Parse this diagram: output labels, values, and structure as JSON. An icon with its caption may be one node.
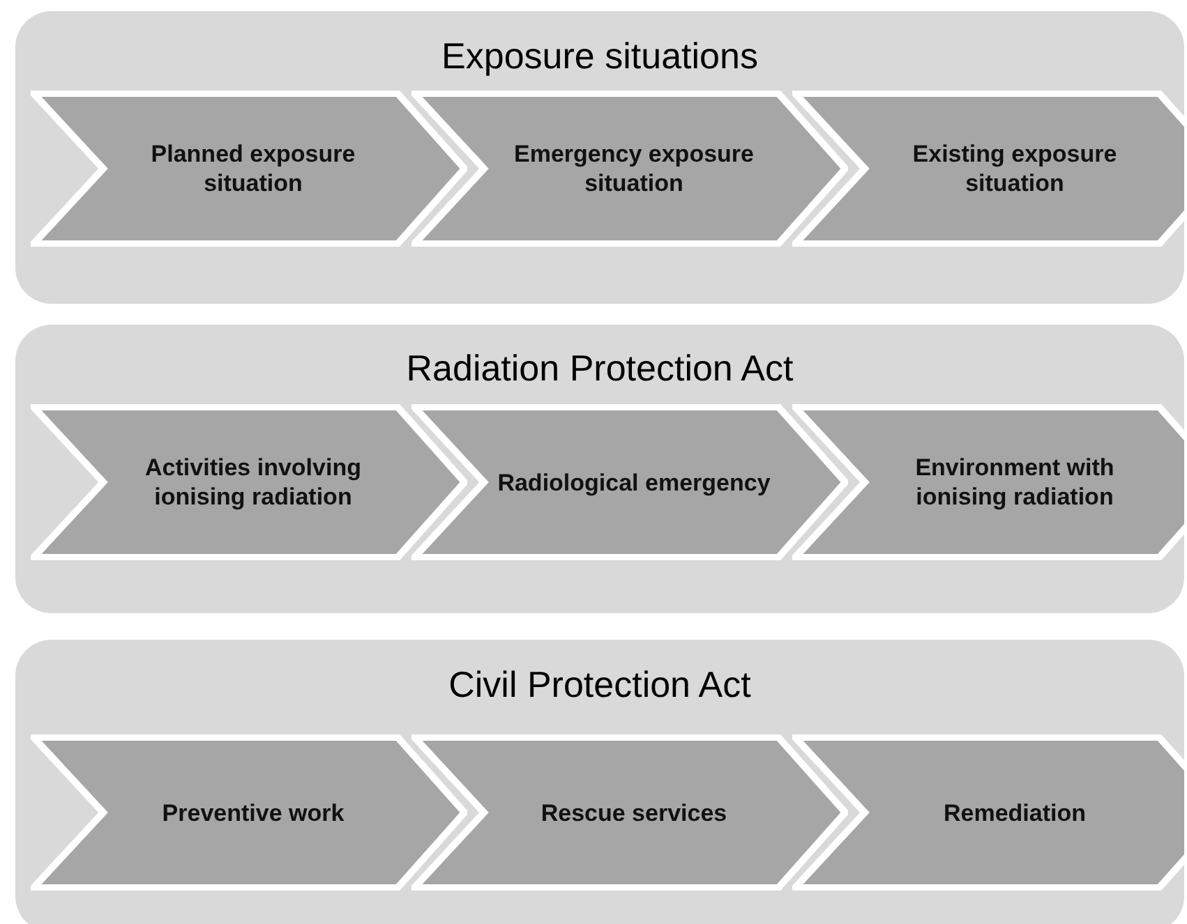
{
  "diagram": {
    "nodes": [
      {
        "text": [
          "Exposure situations"
        ]
      },
      {
        "text": [
          "Planned exposure situation"
        ],
        "in": 0
      },
      {
        "text": [
          "Emergency exposure situation"
        ],
        "in": 0
      },
      {
        "text": [
          "Existing exposure situation"
        ],
        "in": 0
      },
      {
        "text": [
          "Radiation Protection Act"
        ]
      },
      {
        "text": [
          "Activities involving ionising radiation"
        ],
        "in": 4
      },
      {
        "text": [
          "Radiological emergency"
        ],
        "in": 4
      },
      {
        "text": [
          "Environment with ionising radiation"
        ],
        "in": 4
      },
      {
        "text": [
          "Civil Protection Act"
        ]
      },
      {
        "text": [
          "Preventive work"
        ],
        "in": 8
      },
      {
        "text": [
          "Rescue services"
        ],
        "in": 8
      },
      {
        "text": [
          "Remediation"
        ],
        "in": 8
      }
    ]
  }
}
